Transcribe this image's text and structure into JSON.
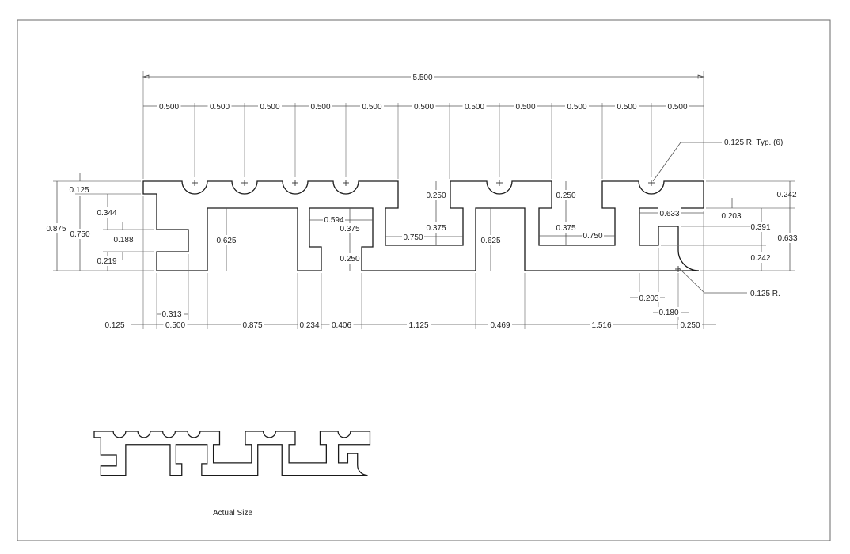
{
  "drawing": {
    "overall_length": "5.500",
    "pitch_labels": [
      "0.500",
      "0.500",
      "0.500",
      "0.500",
      "0.500",
      "0.500",
      "0.500",
      "0.500",
      "0.500",
      "0.500",
      "0.500"
    ],
    "notes": {
      "radius_typ": "0.125 R. Typ. (6)",
      "radius": "0.125 R."
    },
    "left_vertical": {
      "overall_height": "0.875",
      "top_step": "0.125",
      "body_height": "0.750",
      "upper": "0.344",
      "tab": "0.188",
      "lower": "0.219"
    },
    "interior": {
      "slot1_depth": "0.625",
      "box_width": "0.594",
      "box_height": "0.375",
      "neck_height": "0.250",
      "mid_depth_a": "0.250",
      "mid_height_a": "0.375",
      "mid_width_a": "0.750",
      "slot2_depth": "0.625",
      "mid_depth_b": "0.250",
      "mid_height_b": "0.375",
      "mid_width_b": "0.750"
    },
    "right_vertical": {
      "top": "0.242",
      "overall": "0.633",
      "hook_width": "0.633",
      "hook_gap": "0.203",
      "hook_depth": "0.391",
      "bottom": "0.242"
    },
    "bottom_small": {
      "tab_len": "0.313",
      "wall": "0.203",
      "offset": "0.180"
    },
    "bottom_chain": [
      "0.125",
      "0.500",
      "0.875",
      "0.234",
      "0.406",
      "1.125",
      "0.469",
      "1.516",
      "0.250"
    ]
  },
  "caption": "Actual Size"
}
